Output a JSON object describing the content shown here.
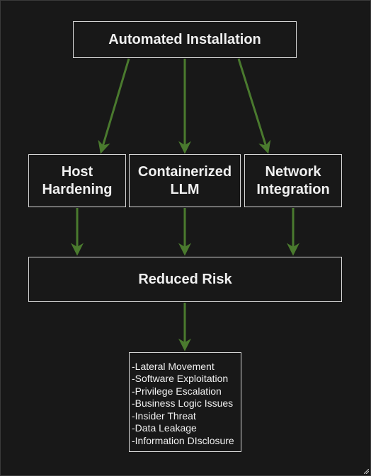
{
  "diagram": {
    "colors": {
      "background": "#181818",
      "node_border": "#d8d8d8",
      "text": "#f0f0f0",
      "edge": "#4a7a2e"
    },
    "nodes": {
      "top": "Automated Installation",
      "host": "Host\nHardening",
      "containerized": "Containerized\nLLM",
      "network": "Network\nIntegration",
      "risk": "Reduced Risk"
    },
    "risks": [
      "-Lateral Movement",
      "-Software Exploitation",
      "-Privilege Escalation",
      "-Business Logic Issues",
      "-Insider Threat",
      "-Data Leakage",
      "-Information DIsclosure"
    ],
    "edges": [
      {
        "from": "top",
        "to": "host"
      },
      {
        "from": "top",
        "to": "containerized"
      },
      {
        "from": "top",
        "to": "network"
      },
      {
        "from": "host",
        "to": "risk"
      },
      {
        "from": "containerized",
        "to": "risk"
      },
      {
        "from": "network",
        "to": "risk"
      },
      {
        "from": "risk",
        "to": "risks"
      }
    ]
  }
}
